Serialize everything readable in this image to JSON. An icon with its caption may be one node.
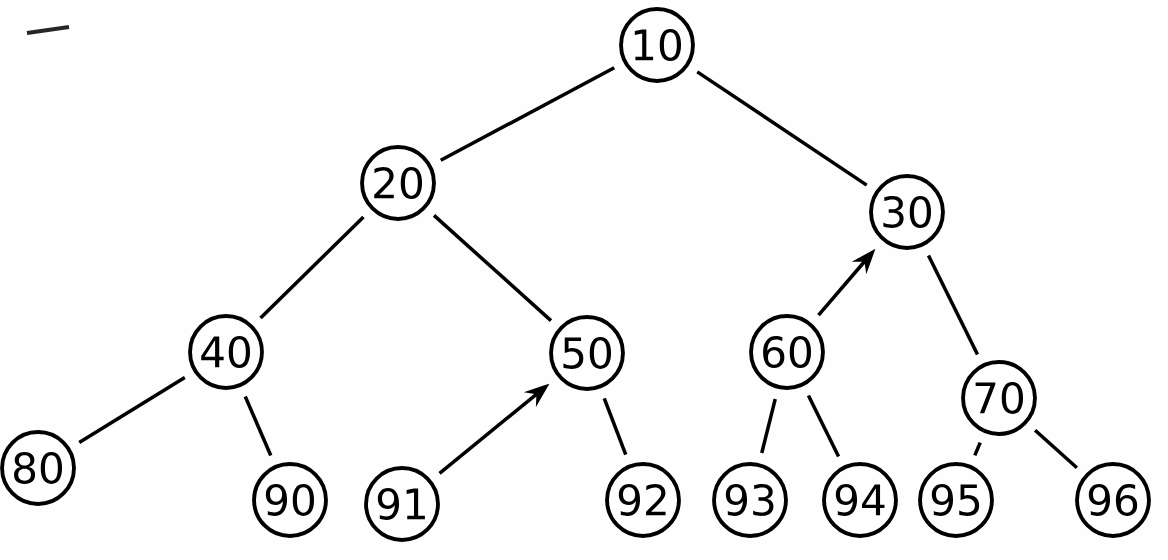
{
  "diagram": {
    "nodes": [
      {
        "text": [
          "10"
        ]
      },
      {
        "text": [
          "20"
        ]
      },
      {
        "text": [
          "30"
        ]
      },
      {
        "text": [
          "40"
        ]
      },
      {
        "text": [
          "50"
        ]
      },
      {
        "text": [
          "60"
        ]
      },
      {
        "text": [
          "70"
        ]
      },
      {
        "text": [
          "80"
        ]
      },
      {
        "text": [
          "90"
        ]
      },
      {
        "text": [
          "91"
        ]
      },
      {
        "text": [
          "92"
        ]
      },
      {
        "text": [
          "93"
        ]
      },
      {
        "text": [
          "94"
        ]
      },
      {
        "text": [
          "95"
        ]
      },
      {
        "text": [
          "96"
        ]
      }
    ],
    "edges": [
      {
        "from": 0,
        "to": 1,
        "arrow": "none"
      },
      {
        "from": 0,
        "to": 2,
        "arrow": "none"
      },
      {
        "from": 1,
        "to": 3,
        "arrow": "none"
      },
      {
        "from": 1,
        "to": 4,
        "arrow": "none"
      },
      {
        "from": 5,
        "to": 2,
        "arrow": "to"
      },
      {
        "from": 2,
        "to": 6,
        "arrow": "none"
      },
      {
        "from": 3,
        "to": 7,
        "arrow": "none"
      },
      {
        "from": 3,
        "to": 8,
        "arrow": "none"
      },
      {
        "from": 9,
        "to": 4,
        "arrow": "to"
      },
      {
        "from": 4,
        "to": 10,
        "arrow": "none"
      },
      {
        "from": 5,
        "to": 11,
        "arrow": "none"
      },
      {
        "from": 5,
        "to": 12,
        "arrow": "none"
      },
      {
        "from": 6,
        "to": 13,
        "arrow": "none"
      },
      {
        "from": 6,
        "to": 14,
        "arrow": "none"
      }
    ]
  }
}
